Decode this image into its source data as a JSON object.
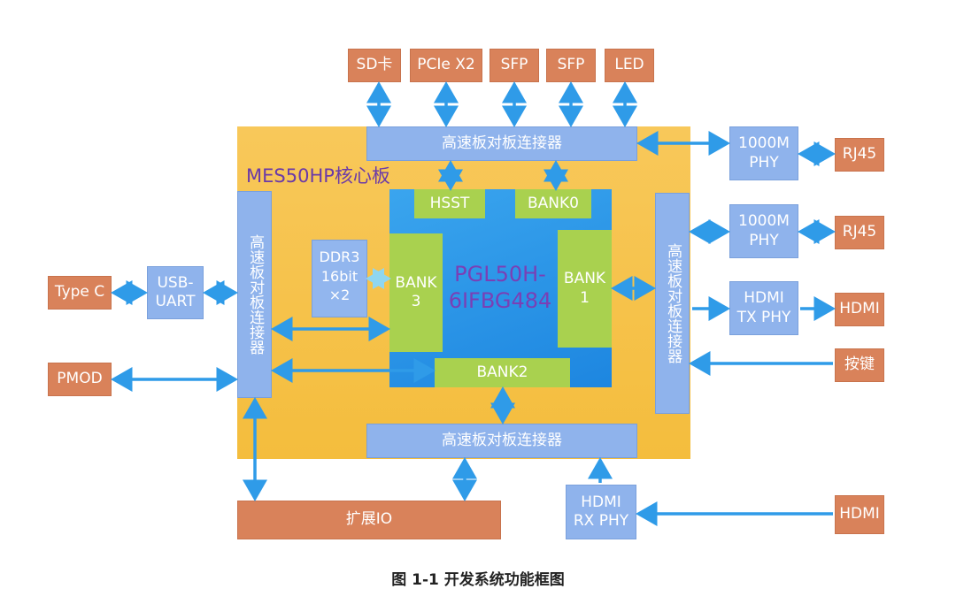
{
  "top_peripherals": [
    "SD卡",
    "PCIe X2",
    "SFP",
    "SFP",
    "LED"
  ],
  "connectors": {
    "top": "高速板对板连接器",
    "bottom": "高速板对板连接器",
    "left": "高速板对板连接器",
    "right": "高速板对板连接器"
  },
  "core_board": "MES50HP核心板",
  "fpga": {
    "name_line1": "PGL50H-",
    "name_line2": "6IFBG484",
    "hsst": "HSST",
    "bank0": "BANK0",
    "bank1_line1": "BANK",
    "bank1_line2": "1",
    "bank2": "BANK2",
    "bank3_line1": "BANK",
    "bank3_line2": "3"
  },
  "ddr": {
    "line1": "DDR3",
    "line2": "16bit",
    "line3": "×2"
  },
  "left": {
    "type_c": "Type C",
    "usb_uart_line1": "USB-",
    "usb_uart_line2": "UART",
    "pmod": "PMOD"
  },
  "right": {
    "phy1_line1": "1000M",
    "phy1_line2": "PHY",
    "phy2_line1": "1000M",
    "phy2_line2": "PHY",
    "rj45_1": "RJ45",
    "rj45_2": "RJ45",
    "hdmi_tx_line1": "HDMI",
    "hdmi_tx_line2": "TX PHY",
    "hdmi_out": "HDMI",
    "key": "按键"
  },
  "bottom": {
    "expand_io": "扩展IO",
    "hdmi_rx_line1": "HDMI",
    "hdmi_rx_line2": "RX PHY",
    "hdmi_in": "HDMI"
  },
  "caption": "图 1-1  开发系统功能框图",
  "colors": {
    "peripheral": "#d9825a",
    "connector": "#8fb3ec",
    "core_board": "#f6c244",
    "fpga": "#2b94e8",
    "bank": "#a9d14f",
    "arrow": "#2f9be8"
  }
}
